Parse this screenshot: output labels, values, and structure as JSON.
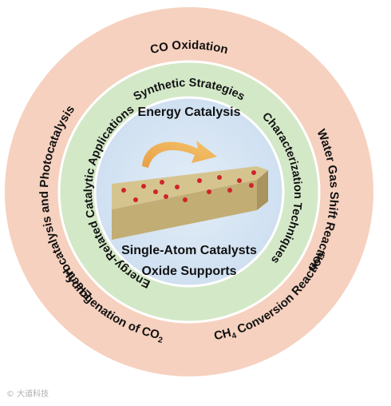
{
  "colors": {
    "outer_ring": "#f6d1bf",
    "middle_ring": "#d3e8c7",
    "inner_circle": "#cfe0f1",
    "ring_border": "#ffffff",
    "support_top": "#d6c48f",
    "support_front": "#c2ad74",
    "support_side": "#a8945c",
    "atom": "#d0232b",
    "arrow_start": "#e8a046",
    "arrow_end": "#f4c36b"
  },
  "outer_ring": {
    "top": "CO Oxidation",
    "right": "Water Gas Shift Reaction",
    "left": "Electrocatalysis and Photocatalysis",
    "bottom_left": "Hydrogenation of CO",
    "bottom_left_sub": "2",
    "bottom_right_pre": "CH",
    "bottom_right_sub": "4",
    "bottom_right_post": " Conversion Reaction"
  },
  "middle_ring": {
    "top": "Synthetic Strategies",
    "right": "Characterization Techniques",
    "left": "Energy-Related Catalytic Applications"
  },
  "center": {
    "title": "Energy Catalysis",
    "caption_line1": "Single-Atom Catalysts",
    "caption_line2": "Oxide Supports"
  },
  "icons": {
    "curved_arrow": "curved-arrow-icon",
    "support_slab": "oxide-support-slab",
    "atoms": "single-atom-dots"
  },
  "watermark": "© 大道科技"
}
